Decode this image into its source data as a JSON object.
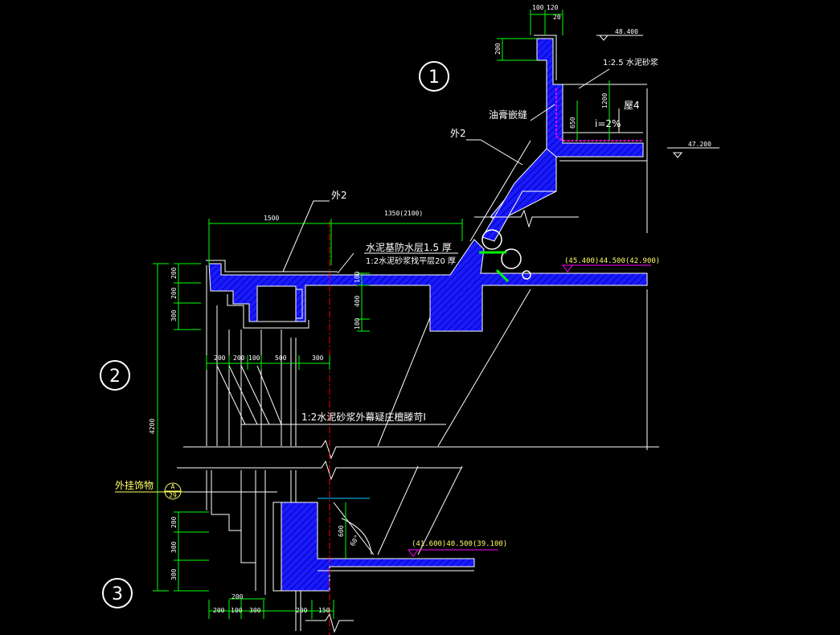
{
  "colors": {
    "background": "#000000",
    "concrete_fill": "#1a1aff",
    "hatch": "#0000aa",
    "outline": "#ffffff",
    "dimension": "#00ff00",
    "section_line": "#ff0000",
    "membrane": "#ff00ff",
    "callout": "#ffff66"
  },
  "section_markers": [
    "1",
    "2",
    "3"
  ],
  "labels": {
    "mortar_top": "1:2.5 水泥砂浆",
    "roof_tag": "屋4",
    "slope": "i=2%",
    "sealant": "油膏嵌缝",
    "wall_tag_upper": "外2",
    "wall_tag_mid": "外2",
    "waterproof_layer": "水泥基防水层1.5 厚",
    "leveling_layer": "1:2水泥砂浆找平层20 厚",
    "eave_note": "1:2水泥砂浆外幕疑庄檀滕苛I",
    "hanging_decor": "外挂饰物"
  },
  "levels": {
    "top_right": "48.400",
    "roof_right": "47.200",
    "middle": "(45.400)44.500(42.900)",
    "lower": "(41.600)40.500(39.100)"
  },
  "callout": {
    "top": "A",
    "bottom": "29"
  },
  "angle": "60°",
  "dims": {
    "top_w1": "100",
    "top_w2": "120",
    "top_w3": "20",
    "top_v1": "200",
    "top_v2": "1200",
    "top_v3": "650",
    "mid_span1": "1500",
    "mid_span2": "1350(2100)",
    "mid_v1": "200",
    "mid_v2": "200",
    "mid_v3": "300",
    "mid_v4": "100",
    "mid_v5": "400",
    "mid_v6": "100",
    "mid_h1": "200",
    "mid_h2": "200",
    "mid_h3": "100",
    "mid_h4": "500",
    "mid_h5": "300",
    "overall_v": "4200",
    "low_v1": "200",
    "low_v2": "300",
    "low_v3": "300",
    "low_v4": "600",
    "low_h0": "200",
    "low_h1": "200",
    "low_h2": "100",
    "low_h3": "300",
    "low_h4": "200",
    "low_h5": "150"
  }
}
